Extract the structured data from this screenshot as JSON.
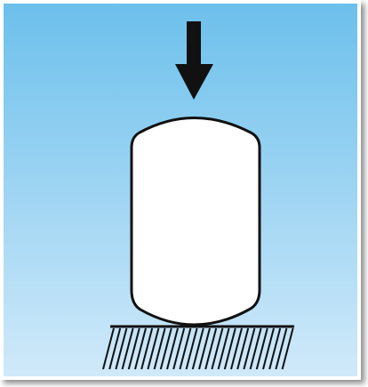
{
  "diagram": {
    "kind": "compression-specimen",
    "components": [
      "downward-load-arrow",
      "barrel-shaped-specimen",
      "fixed-ground-support"
    ],
    "colors": {
      "background_top": "#6cc0ec",
      "background_bottom": "#d2eafa",
      "border": "#ffffff",
      "specimen_fill": "#ffffff",
      "stroke": "#111111",
      "arrow": "#111111"
    }
  }
}
